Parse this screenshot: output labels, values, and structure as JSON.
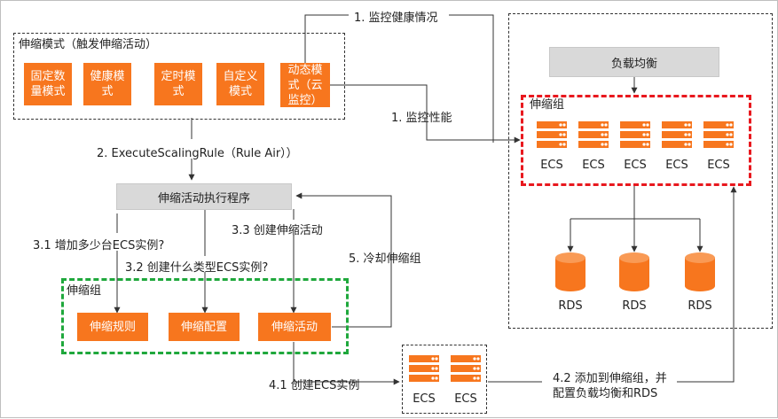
{
  "mode_group": {
    "title": "伸缩模式（触发伸缩活动）",
    "modes": [
      "固定数量模式",
      "健康模式",
      "定时模式",
      "自定义模式",
      "动态模式（云监控）"
    ]
  },
  "edges": {
    "monitor_health": "1. 监控健康情况",
    "monitor_perf": "1. 监控性能",
    "execute_rule": "2. ExecuteScalingRule（Rule Air））",
    "add_instances": "3.1 增加多少台ECS实例?",
    "create_activity": "3.3 创建伸缩活动",
    "instance_type": "3.2 创建什么类型ECS实例?",
    "cooldown": "5. 冷却伸缩组",
    "create_ecs": "4.1 创建ECS实例",
    "add_to_group_line1": "4.2 添加到伸缩组，并",
    "add_to_group_line2": "配置负载均衡和RDS"
  },
  "executor": {
    "label": "伸缩活动执行程序"
  },
  "local_group": {
    "title": "伸缩组",
    "items": [
      "伸缩规则",
      "伸缩配置",
      "伸缩活动"
    ]
  },
  "right_panel": {
    "load_balancer": "负载均衡",
    "group_title": "伸缩组",
    "ecs_labels": [
      "ECS",
      "ECS",
      "ECS",
      "ECS",
      "ECS"
    ],
    "rds_labels": [
      "RDS",
      "RDS",
      "RDS"
    ]
  },
  "new_ecs": {
    "labels": [
      "ECS",
      "ECS"
    ]
  },
  "colors": {
    "orange": "#f7761e",
    "red": "#e8181e",
    "green": "#1fa83c",
    "gray": "#d9d9d9"
  }
}
